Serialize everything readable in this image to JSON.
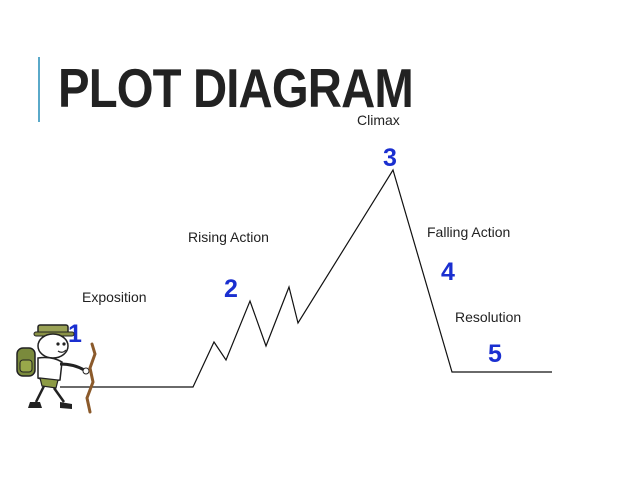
{
  "title": "PLOT DIAGRAM",
  "colors": {
    "accent_bar": "#5aa9c9",
    "number": "#1a2fd0",
    "line": "#111111"
  },
  "stages": [
    {
      "number": "1",
      "label": "Exposition"
    },
    {
      "number": "2",
      "label": "Rising Action"
    },
    {
      "number": "3",
      "label": "Climax"
    },
    {
      "number": "4",
      "label": "Falling Action"
    },
    {
      "number": "5",
      "label": "Resolution"
    }
  ],
  "illustration": {
    "icon": "hiker-icon"
  }
}
